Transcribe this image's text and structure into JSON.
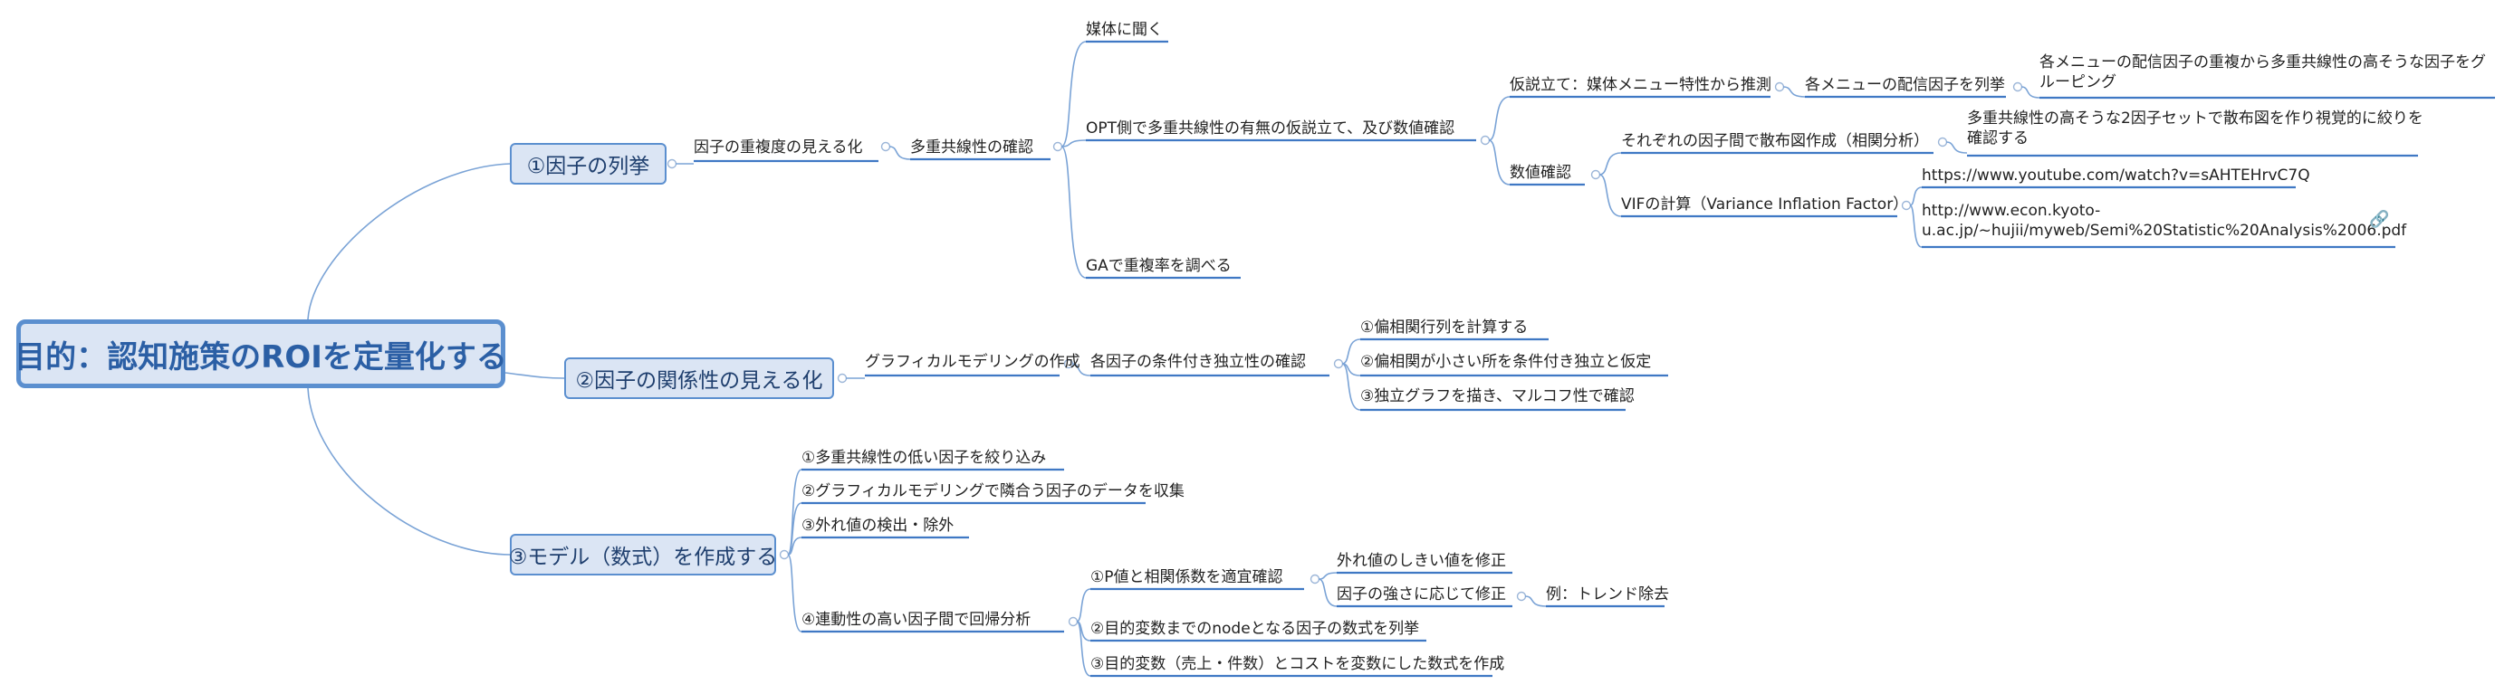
{
  "root": "目的：認知施策のROIを定量化する",
  "b1": {
    "title": "①因子の列挙",
    "n1": "因子の重複度の見える化",
    "n2": "多重共線性の確認",
    "c1": "媒体に聞く",
    "c2": "OPT側で多重共線性の有無の仮説立て、及び数値確認",
    "c3": "GAで重複率を調べる",
    "h1": "仮説立て：媒体メニュー特性から推測",
    "h1a": "各メニューの配信因子を列挙",
    "h1b": "各メニューの配信因子の重複から多重共線性の高そうな因子をグルーピング",
    "h2": "数値確認",
    "s1": "それぞれの因子間で散布図作成（相関分析）",
    "s1a": "多重共線性の高そうな2因子セットで散布図を作り視覚的に絞りを確認する",
    "s2": "VIFの計算（Variance Inflation Factor）",
    "s2a": "https://www.youtube.com/watch?v=sAHTEHrvC7Q",
    "s2b": "http://www.econ.kyoto-u.ac.jp/~hujii/myweb/Semi%20Statistic%20Analysis%2006.pdf",
    "link_icon": "link-icon"
  },
  "b2": {
    "title": "②因子の関係性の見える化",
    "n1": "グラフィカルモデリングの作成",
    "n2": "各因子の条件付き独立性の確認",
    "c1": "①偏相関行列を計算する",
    "c2": "②偏相関が小さい所を条件付き独立と仮定",
    "c3": "③独立グラフを描き、マルコフ性で確認"
  },
  "b3": {
    "title": "③モデル（数式）を作成する",
    "c1": "①多重共線性の低い因子を絞り込み",
    "c2": "②グラフィカルモデリングで隣合う因子のデータを収集",
    "c3": "③外れ値の検出・除外",
    "c4": "④連動性の高い因子間で回帰分析",
    "d1": "①P値と相関係数を適宜確認",
    "d1a": "外れ値のしきい値を修正",
    "d1b": "因子の強さに応じて修正",
    "d1b1": "例：トレンド除去",
    "d2": "②目的変数までのnodeとなる因子の数式を列挙",
    "d3": "③目的変数（売上・件数）とコストを変数にした数式を作成"
  }
}
